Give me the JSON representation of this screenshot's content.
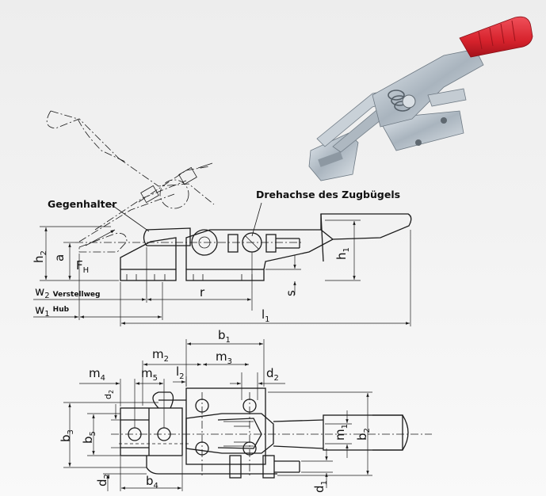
{
  "labels": {
    "gegenhalter": "Gegenhalter",
    "drehachse": "Drehachse des Zugbügels",
    "verstellweg": "Verstellweg",
    "hub": "Hub",
    "h1": "h",
    "h1_sub": "1",
    "h2": "h",
    "h2_sub": "2",
    "a": "a",
    "fh": "F",
    "fh_sub": "H",
    "r": "r",
    "s": "s",
    "l1": "l",
    "l1_sub": "1",
    "w2": "w",
    "w2_sub": "2",
    "w1": "w",
    "w1_sub": "1",
    "b1": "b",
    "b1_sub": "1",
    "b2": "b",
    "b2_sub": "2",
    "b3": "b",
    "b3_sub": "3",
    "b4": "b",
    "b4_sub": "4",
    "b5": "b",
    "b5_sub": "5",
    "m1": "m",
    "m1_sub": "1",
    "m2": "m",
    "m2_sub": "2",
    "m3": "m",
    "m3_sub": "3",
    "m4": "m",
    "m4_sub": "4",
    "m5": "m",
    "m5_sub": "5",
    "l2": "l",
    "l2_sub": "2",
    "d1": "d",
    "d1_sub": "1",
    "d2_top": "d",
    "d2_top_sub": "2",
    "d2_side": "d",
    "d2_side_sub": "2",
    "d2_small": "d",
    "d2_small_sub": "2"
  },
  "colors": {
    "handle_red": "#d6222c",
    "metal": "#b9c3cc",
    "ink": "#1a1a1a"
  },
  "icons": [
    "clamp-product-photo"
  ]
}
